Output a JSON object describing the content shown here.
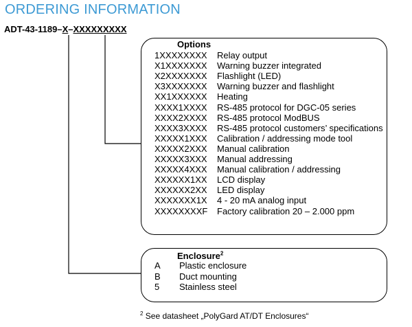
{
  "title": "ORDERING INFORMATION",
  "part_code": {
    "prefix": "ADT-43-1189–",
    "enclosure_slot": "X",
    "sep": "–",
    "options_slot": "XXXXXXXXX"
  },
  "options": {
    "heading": "Options",
    "items": [
      {
        "code": "1XXXXXXXX",
        "desc": "Relay output"
      },
      {
        "code": "X1XXXXXXX",
        "desc": "Warning buzzer integrated"
      },
      {
        "code": "X2XXXXXXX",
        "desc": "Flashlight (LED)"
      },
      {
        "code": "X3XXXXXXX",
        "desc": "Warning buzzer and flashlight"
      },
      {
        "code": "XX1XXXXXX",
        "desc": "Heating"
      },
      {
        "code": "XXXX1XXXX",
        "desc": "RS-485 protocol for DGC-05 series"
      },
      {
        "code": "XXXX2XXXX",
        "desc": "RS-485 protocol ModBUS"
      },
      {
        "code": "XXXX3XXXX",
        "desc": "RS-485 protocol customers’ specifications"
      },
      {
        "code": "XXXXX1XXX",
        "desc": "Calibration / addressing mode tool"
      },
      {
        "code": "XXXXX2XXX",
        "desc": "Manual calibration"
      },
      {
        "code": "XXXXX3XXX",
        "desc": "Manual addressing"
      },
      {
        "code": "XXXXX4XXX",
        "desc": "Manual calibration / addressing"
      },
      {
        "code": "XXXXXX1XX",
        "desc": "LCD display"
      },
      {
        "code": "XXXXXX2XX",
        "desc": "LED display"
      },
      {
        "code": "XXXXXXX1X",
        "desc": "4 - 20 mA analog input"
      },
      {
        "code": "XXXXXXXXF",
        "desc": "Factory calibration 20 – 2.000 ppm"
      }
    ]
  },
  "enclosure": {
    "heading": "Enclosure",
    "footnote_mark": "2",
    "items": [
      {
        "code": "A",
        "desc": "Plastic enclosure"
      },
      {
        "code": "B",
        "desc": "Duct mounting"
      },
      {
        "code": "5",
        "desc": "Stainless steel"
      }
    ]
  },
  "footnote": {
    "mark": "2",
    "text": " See datasheet „PolyGard AT/DT Enclosures“"
  }
}
